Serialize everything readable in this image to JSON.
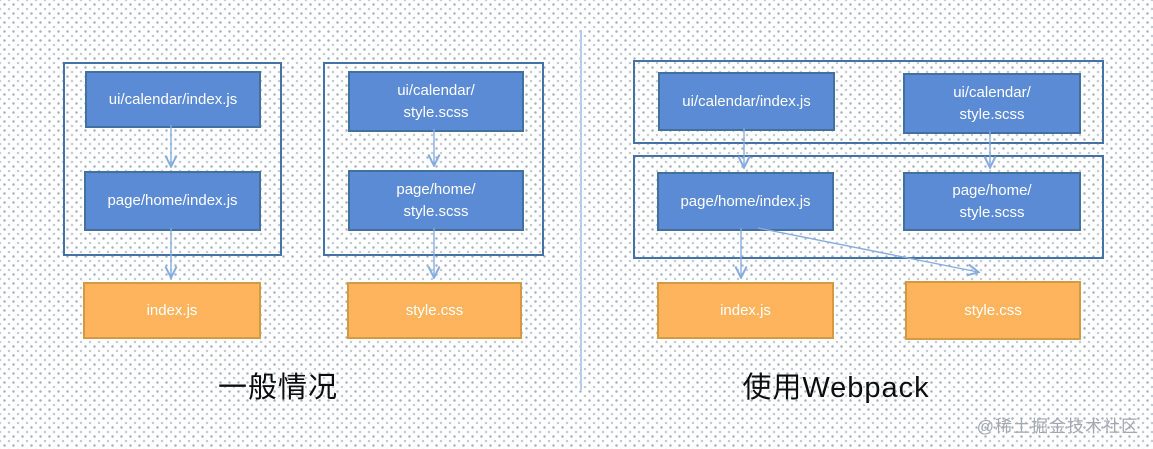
{
  "captions": {
    "left": "一般情况",
    "right": "使用Webpack"
  },
  "left": {
    "js_chain": {
      "src": "ui/calendar/index.js",
      "mid": "page/home/index.js",
      "out": "index.js"
    },
    "css_chain": {
      "src": "ui/calendar/\nstyle.scss",
      "mid": "page/home/\nstyle.scss",
      "out": "style.css"
    }
  },
  "right": {
    "row1": {
      "js": "ui/calendar/index.js",
      "css": "ui/calendar/\nstyle.scss"
    },
    "row2": {
      "js": "page/home/index.js",
      "css": "page/home/\nstyle.scss"
    },
    "outputs": {
      "js": "index.js",
      "css": "style.css"
    }
  },
  "watermark": "@稀土掘金技术社区",
  "colors": {
    "blue_fill": "#5B8BD4",
    "blue_border": "#41719C",
    "orange_fill": "#FDB45C",
    "orange_border": "#D49A42",
    "group_border": "#4472A4",
    "arrow": "#85ACDE",
    "divider": "#B7CCEA"
  }
}
